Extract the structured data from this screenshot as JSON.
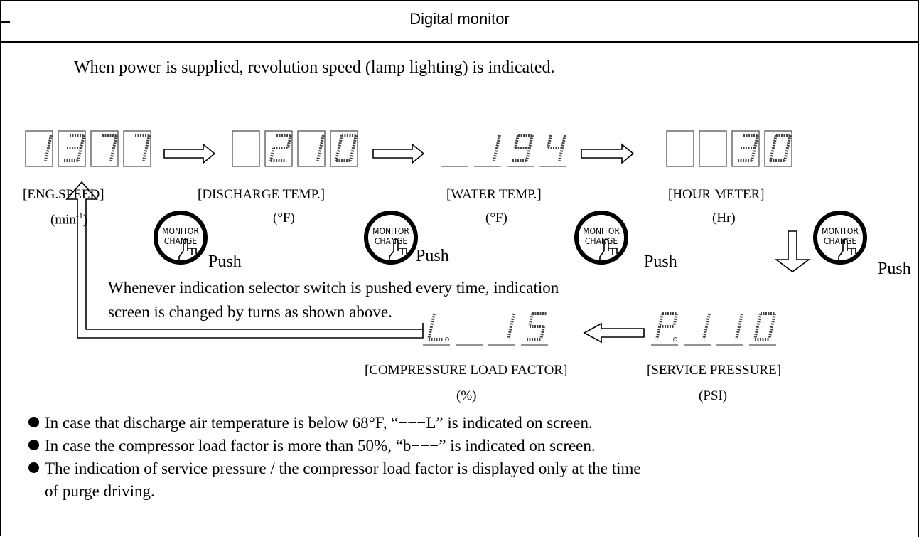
{
  "title": "Digital monitor",
  "intro": "When power is supplied, revolution speed (lamp lighting) is indicated.",
  "displays": [
    {
      "id": "eng-speed",
      "digits": [
        "1",
        "3",
        "7",
        "7"
      ],
      "label": "[ENG.SPEED]",
      "unit": "(min-1)"
    },
    {
      "id": "discharge-temp",
      "digits": [
        "",
        "2",
        "1",
        "0"
      ],
      "label": "[DISCHARGE TEMP.]",
      "unit": "(°F)"
    },
    {
      "id": "water-temp",
      "digits": [
        "",
        "1",
        "9",
        "4"
      ],
      "label": "[WATER TEMP.]",
      "unit": "(°F)"
    },
    {
      "id": "hour-meter",
      "digits": [
        "",
        "",
        "3",
        "0"
      ],
      "label": "[HOUR METER]",
      "unit": "(Hr)"
    },
    {
      "id": "service-pressure",
      "digits": [
        "P.",
        "1",
        "1",
        "0"
      ],
      "label": "[SERVICE PRESSURE]",
      "unit": "(PSI)"
    },
    {
      "id": "load-factor",
      "digits": [
        "L.",
        "",
        "1",
        "5"
      ],
      "label": "[COMPRESSURE LOAD FACTOR]",
      "unit": "(%)"
    }
  ],
  "button": {
    "line1": "MONITOR",
    "line2": "CHANGE",
    "push_label": "Push"
  },
  "note_line1": "Whenever indication selector switch is pushed every time, indication",
  "note_line2": "screen is changed by turns as shown above.",
  "bullets": [
    "In case that discharge air temperature is below 68°F, “−−−L” is indicated on screen.",
    "In case the compressor load factor is more than 50%, “b−−−” is indicated on screen.",
    "The indication of service pressure / the compressor load factor is displayed only at the time"
  ],
  "bullet_continuation": "of purge driving."
}
